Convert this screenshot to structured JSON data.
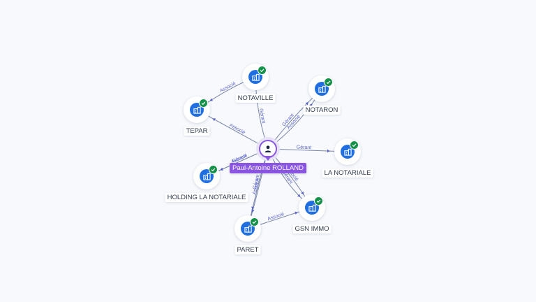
{
  "center": {
    "id": "rolland",
    "label": "Paul-Antoine ROLLAND",
    "icon": "person-icon"
  },
  "companies": [
    {
      "id": "notaville",
      "label": "NOTAVILLE",
      "icon": "building-icon",
      "verified": true
    },
    {
      "id": "notaron",
      "label": "NOTARON",
      "icon": "building-icon",
      "verified": true
    },
    {
      "id": "tepar",
      "label": "TEPAR",
      "icon": "building-icon",
      "verified": true
    },
    {
      "id": "lanotariale",
      "label": "LA NOTARIALE",
      "icon": "building-icon",
      "verified": true
    },
    {
      "id": "holding",
      "label": "HOLDING LA NOTARIALE",
      "icon": "building-icon",
      "verified": true
    },
    {
      "id": "gsnimmo",
      "label": "GSN IMMO",
      "icon": "building-icon",
      "verified": true
    },
    {
      "id": "paret",
      "label": "PARET",
      "icon": "building-icon",
      "verified": true
    }
  ],
  "edges": [
    {
      "id": "e1",
      "from": "rolland",
      "to": "notaville",
      "label": "Gérant"
    },
    {
      "id": "e2",
      "from": "rolland",
      "to": "notaron",
      "label": "Gérant"
    },
    {
      "id": "e3",
      "from": "rolland",
      "to": "tepar",
      "label": "Associé"
    },
    {
      "id": "e4",
      "from": "rolland",
      "to": "lanotariale",
      "label": "Gérant"
    },
    {
      "id": "e5",
      "from": "rolland",
      "to": "holding",
      "label": "Gérant"
    },
    {
      "id": "e6",
      "from": "rolland",
      "to": "gsnimmo",
      "label": "Associé"
    },
    {
      "id": "e7",
      "from": "rolland",
      "to": "paret",
      "label": "Gérant"
    },
    {
      "id": "e8",
      "from": "rolland",
      "to": "paret",
      "label": "Associé"
    },
    {
      "id": "e9",
      "from": "rolland",
      "to": "gsnimmo",
      "label": "Gérant"
    },
    {
      "id": "e10",
      "from": "paret",
      "to": "gsnimmo",
      "label": "Associé"
    },
    {
      "id": "e11",
      "from": "notaville",
      "to": "tepar",
      "label": "Associé"
    },
    {
      "id": "e12",
      "from": "rolland",
      "to": "notaron",
      "label": "Associé"
    },
    {
      "id": "e13",
      "from": "rolland",
      "to": "holding",
      "label": "Associé"
    }
  ],
  "colors": {
    "person_accent": "#8a55e0",
    "company": "#1f6fe0",
    "verified": "#15924a",
    "edge": "#7a86a8",
    "edge_label": "#5a63c8"
  }
}
